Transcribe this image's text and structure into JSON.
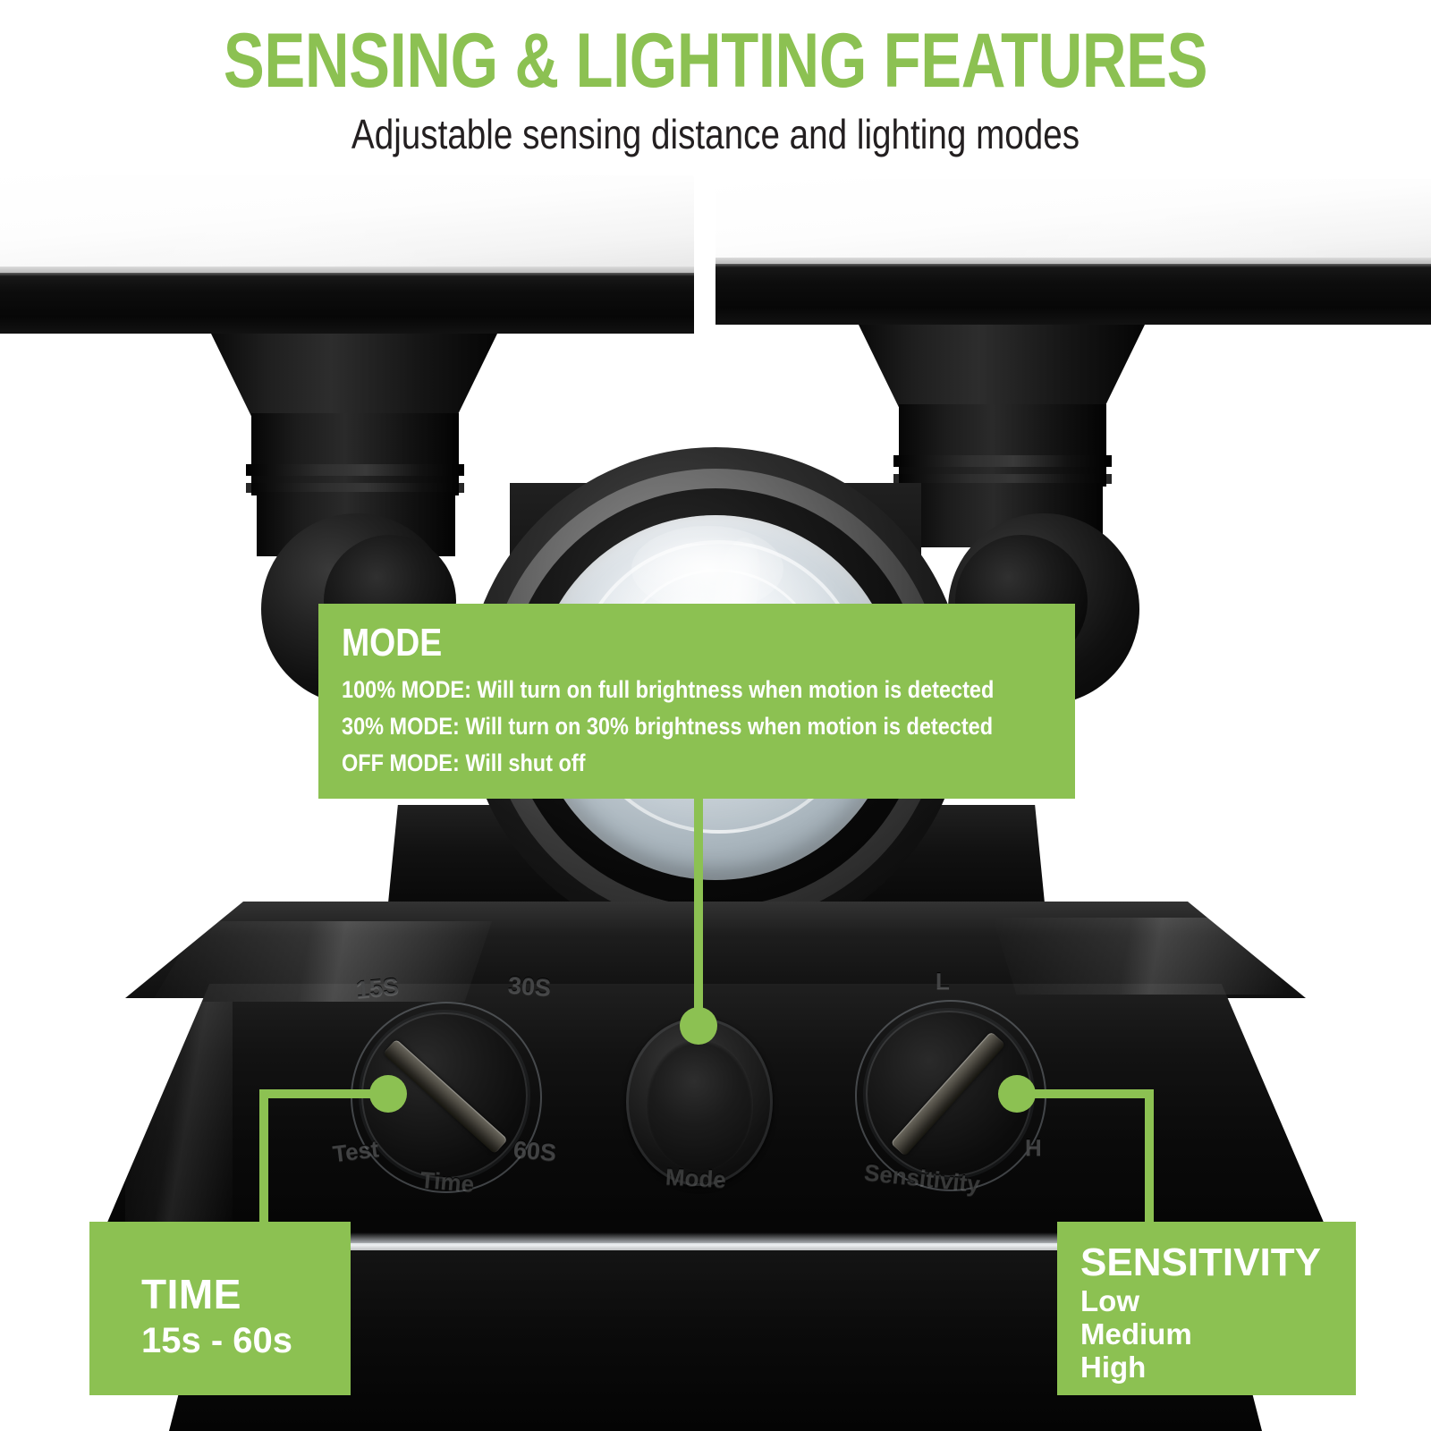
{
  "header": {
    "title": "SENSING & LIGHTING FEATURES",
    "subtitle": "Adjustable sensing distance and lighting modes"
  },
  "theme": {
    "accent_green": "#8CC152",
    "text_dark": "#231f20",
    "callout_text": "#ffffff",
    "background": "#ffffff"
  },
  "callouts": {
    "mode": {
      "title": "MODE",
      "lines": [
        "100% MODE: Will turn on full brightness when motion is detected",
        "30% MODE: Will turn on 30% brightness when motion is detected",
        "OFF MODE: Will shut off"
      ]
    },
    "time": {
      "title": "TIME",
      "value": "15s - 60s"
    },
    "sensitivity": {
      "title": "SENSITIVITY",
      "options": [
        "Low",
        "Medium",
        "High"
      ]
    }
  },
  "product": {
    "controls": {
      "time_dial": {
        "label": "Time",
        "markings": [
          "15S",
          "30S",
          "Test",
          "60S"
        ]
      },
      "mode_button": {
        "label": "Mode"
      },
      "sensitivity_dial": {
        "label": "Sensitivity",
        "markings": [
          "L",
          "H"
        ]
      }
    }
  }
}
